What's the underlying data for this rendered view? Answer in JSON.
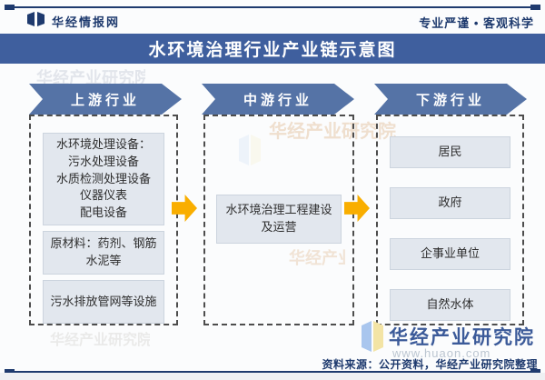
{
  "header": {
    "brand": "华经情报网",
    "tagline": "专业严谨 • 客观科学"
  },
  "title": "水环境治理行业产业链示意图",
  "chain": {
    "columns": [
      {
        "banner": "上游行业",
        "boxes": [
          "水环境处理设备：\n污水处理设备\n水质检测处理设备\n仪器仪表\n配电设备",
          "原材料：药剂、钢筋水泥等",
          "污水排放管网等设施"
        ]
      },
      {
        "banner": "中游行业",
        "boxes": [
          "水环境治理工程建设及运营"
        ]
      },
      {
        "banner": "下游行业",
        "boxes": [
          "居民",
          "政府",
          "企事业单位",
          "自然水体"
        ]
      }
    ]
  },
  "footer": {
    "brand": "华经产业研究院",
    "watermark_url": "www.huaon.com",
    "source": "资料来源：公开资料，华经产业研究院整理"
  },
  "colors": {
    "navy": "#1e3a6e",
    "title_bar_blue": "#3f5f9e",
    "banner_blue": "#5573a6",
    "node_bg": "#e2e7ee",
    "gold_arrow": "#f9ae00"
  }
}
